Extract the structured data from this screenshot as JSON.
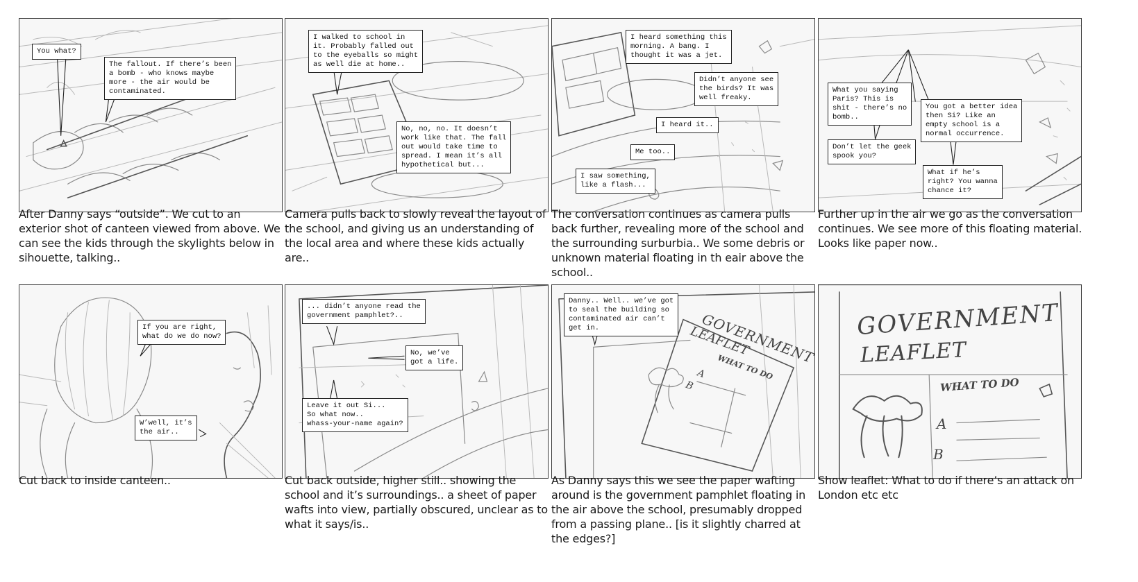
{
  "panels": [
    {
      "bubbles": [
        "You what?",
        "The fallout. If there’s been\na bomb - who knows maybe\nmore - the air would be\ncontaminated."
      ],
      "caption": "After Danny says “outside”. We cut to an exterior shot of canteen viewed from above. We can see the kids through the skylights below in sihouette, talking.."
    },
    {
      "bubbles": [
        "I walked to school in\nit. Probably falled out\nto the eyeballs so might\nas well die at home..",
        "No, no, no. It doesn’t\nwork like that. The fall\nout would take time to\nspread. I mean it’s all\nhypothetical but..."
      ],
      "caption": "Camera pulls back to slowly reveal the layout of the school, and giving us an understanding of the local area and where these kids actually are.."
    },
    {
      "bubbles": [
        "I heard something this\nmorning. A bang. I\nthought it was a jet.",
        "Didn’t anyone see\nthe birds? It was\nwell freaky.",
        "I heard it..",
        "Me too..",
        "I saw something,\nlike a flash..."
      ],
      "caption": "The conversation continues as camera pulls back further, revealing more of the school and the surrounding surburbia.. We some debris or unknown material floating in th eair above the school.."
    },
    {
      "bubbles": [
        "What you saying\nParis? This is\nshit - there’s no\nbomb..",
        "You got a better idea\nthen Si? Like an\nempty school is a\nnormal occurrence.",
        "Don’t let the geek\nspook you?",
        "What if he’s\nright? You wanna\nchance it?"
      ],
      "caption": "Further up in the air we go as the conversation continues. We see more of this floating material. Looks like paper now.."
    },
    {
      "bubbles": [
        "If you are right,\nwhat do we do now?",
        "W’well, it’s\nthe air.."
      ],
      "caption": "Cut back to inside canteen.."
    },
    {
      "bubbles": [
        "... didn’t anyone read the\ngovernment pamphlet?..",
        "No, we’ve\ngot a life.",
        "Leave it out Si...\nSo what now..\nwhass-your-name again?"
      ],
      "caption": "Cut back outside, higher still.. showing the school and it’s surroundings.. a sheet of paper wafts into view, partially obscured, unclear as to what it says/is.."
    },
    {
      "bubbles": [
        "Danny.. Well.. we’ve got\nto seal the building so\ncontaminated air can’t\nget in."
      ],
      "caption": "As Danny says this we see the paper wafting around is the government pamphlet floating in the air above the school, presumably dropped from a passing plane.. [is it slightly charred at the edges?]"
    },
    {
      "bubbles": [],
      "caption": "Show leaflet: What to do if there’s an attack on London etc etc"
    }
  ],
  "leaflet_text": {
    "panel7": [
      "GOVERNMENT",
      "LEAFLET",
      "WHAT TO DO",
      "A",
      "B"
    ],
    "panel8": [
      "GOVERNMENT",
      "LEAFLET",
      "WHAT TO DO",
      "A",
      "B"
    ]
  }
}
